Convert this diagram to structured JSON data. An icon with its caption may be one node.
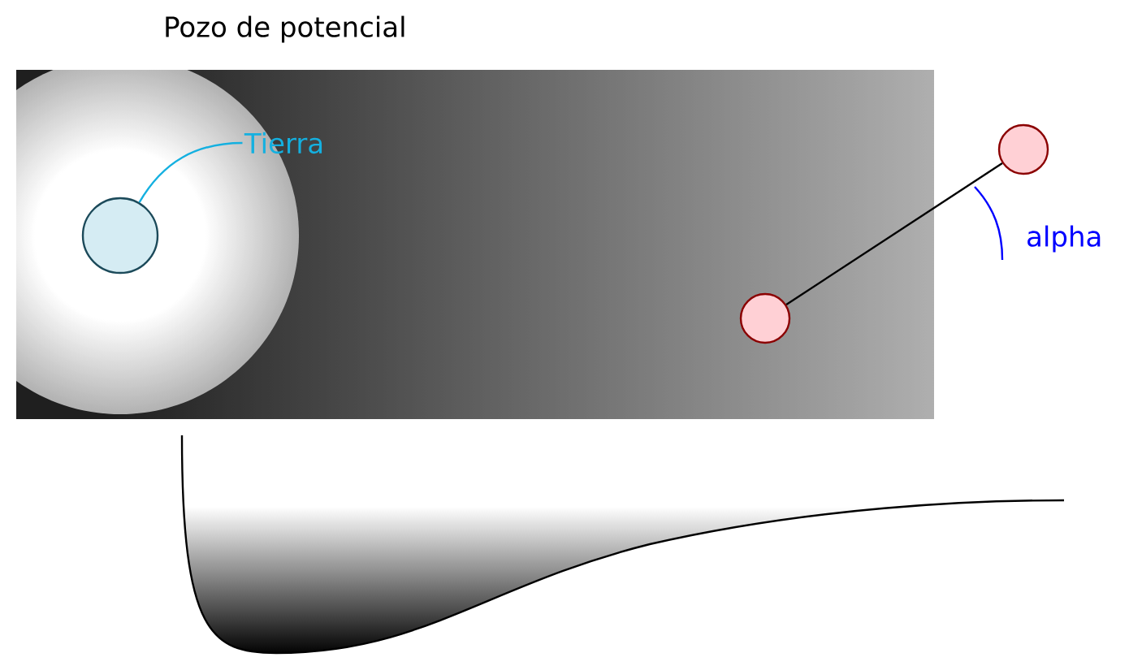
{
  "diagram": {
    "title": "Pozo de potencial",
    "nodes": [
      {
        "text": [
          "Tierra"
        ]
      },
      {
        "text": [],
        "shape": "circle"
      },
      {
        "text": [],
        "shape": "circle"
      },
      {
        "text": [],
        "shape": "circle"
      }
    ],
    "edges": [
      {
        "from": 0,
        "to": 1,
        "arrow": "none",
        "color": "#14b0e0"
      },
      {
        "from": 2,
        "to": 3,
        "arrow": "none",
        "color": "#000000"
      }
    ],
    "labels": [
      "alpha"
    ]
  }
}
